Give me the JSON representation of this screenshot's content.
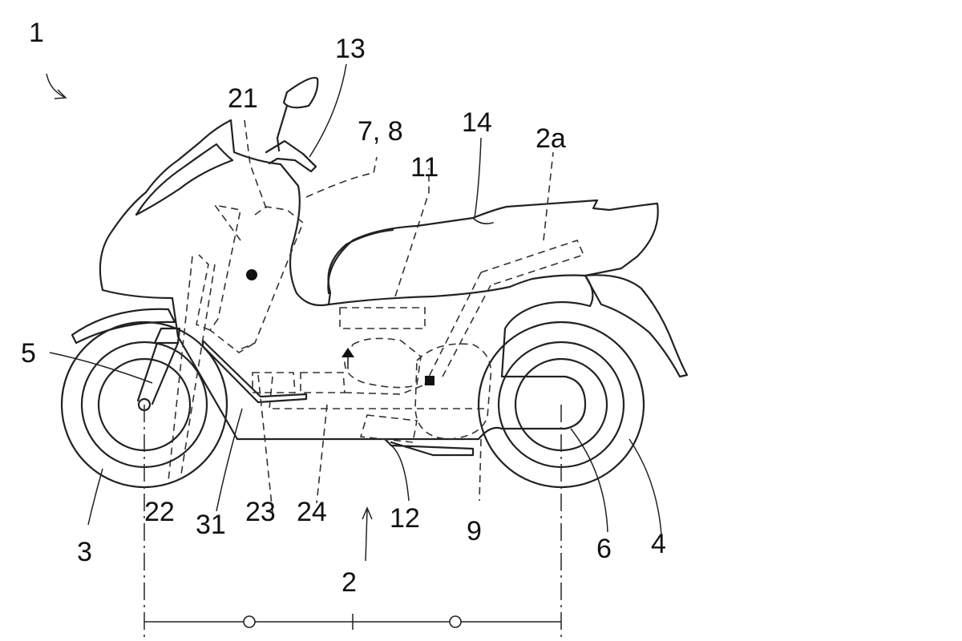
{
  "labels": {
    "l1": "1",
    "l2": "2",
    "l2a": "2a",
    "l3": "3",
    "l4": "4",
    "l5": "5",
    "l6": "6",
    "l78": "7, 8",
    "l9": "9",
    "l11": "11",
    "l12": "12",
    "l13": "13",
    "l14": "14",
    "l21": "21",
    "l22": "22",
    "l23": "23",
    "l24": "24",
    "l31": "31"
  }
}
